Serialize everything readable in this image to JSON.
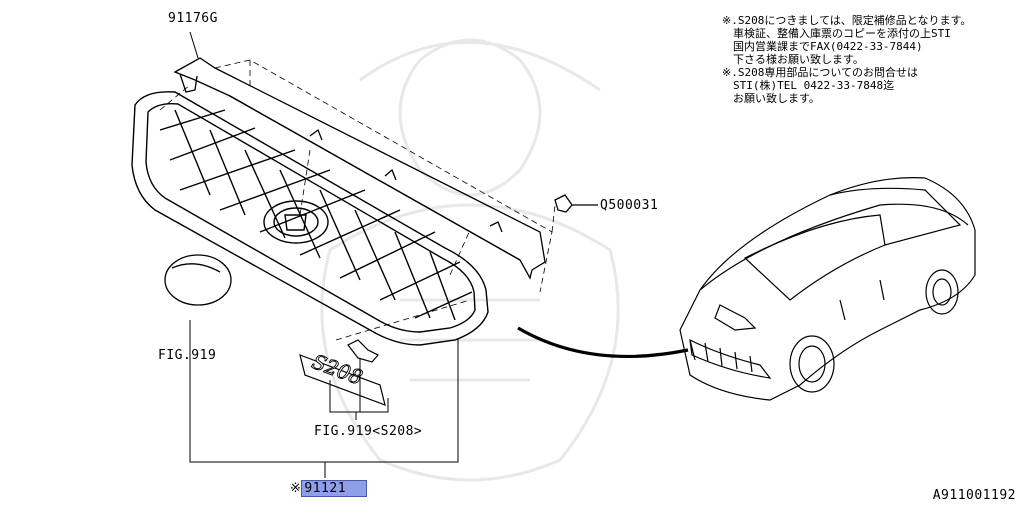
{
  "diagram": {
    "parts": {
      "garnish": "91176G",
      "clip": "Q500031",
      "emblem_ref": "FIG.919",
      "s208_ref": "FIG.919<S208>",
      "assembly_mark": "※",
      "assembly": "91121"
    },
    "notes": [
      "※.S208につきましては、限定補修品となります。",
      "　車検証、整備入庫票のコピーを添付の上STI",
      "　国内営業課までFAX(0422-33-7844)",
      "　下さる様お願い致します。",
      "※.S208専用部品についてのお問合せは",
      "　STI(株)TEL 0422-33-7848迄",
      "　お願い致します。"
    ],
    "diagram_id": "A911001192",
    "emblem_text": "S208",
    "colors": {
      "highlight": "#8fa0e6",
      "line": "#000000",
      "watermark": "#e6e6e6"
    }
  }
}
